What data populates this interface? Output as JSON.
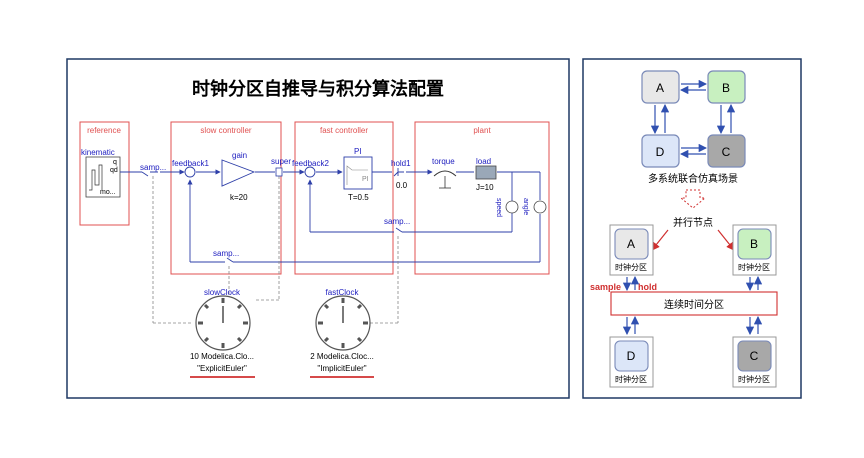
{
  "left_panel": {
    "title": "时钟分区自推导与积分算法配置",
    "groups": {
      "reference": "reference",
      "slow_controller": "slow controller",
      "fast_controller": "fast controller",
      "plant": "plant"
    },
    "blocks": {
      "kinematic": "kinematic",
      "kin_q": "q",
      "kin_qd": "qd",
      "kin_mo": "mo...",
      "samp1": "samp...",
      "feedback1": "feedback1",
      "gain": "gain",
      "gain_k": "k=20",
      "super": "super",
      "feedback2": "feedback2",
      "pi": "PI",
      "pi_inner": "PI",
      "pi_t": "T=0.5",
      "hold1": "hold1",
      "hold1_val": "0.0",
      "torque": "torque",
      "load": "load",
      "load_j": "J=10",
      "angle": "angle",
      "speed": "speed",
      "samp2": "samp...",
      "samp3": "samp..."
    },
    "clocks": {
      "slow_name": "slowClock",
      "slow_label": "10 Modelica.Clo...",
      "slow_solver": "\"ExplicitEuler\"",
      "fast_name": "fastClock",
      "fast_label": "2 Modelica.Cloc...",
      "fast_solver": "\"ImplicitEuler\""
    }
  },
  "right_panel": {
    "nodes": {
      "a": "A",
      "b": "B",
      "c": "C",
      "d": "D"
    },
    "scene_caption": "多系统联合仿真场景",
    "parallel_node": "并行节点",
    "partitions": {
      "a_caption": "时钟分区",
      "b_caption": "时钟分区",
      "c_caption": "时钟分区",
      "d_caption": "时钟分区",
      "continuous": "连续时间分区"
    },
    "sample_label": "sample",
    "hold_label": "hold"
  },
  "colors": {
    "frame": "#1f3864",
    "group_border": "#e05050",
    "group_label": "#e05050",
    "wire": "#2e3fa8",
    "block_text": "#2020c0",
    "node_a": "#e8e8e8",
    "node_b": "#c8f0c0",
    "node_c": "#a8a8a8",
    "node_d": "#dce6f8",
    "arrow_red": "#d03030",
    "arrow_blue": "#3050b0"
  }
}
